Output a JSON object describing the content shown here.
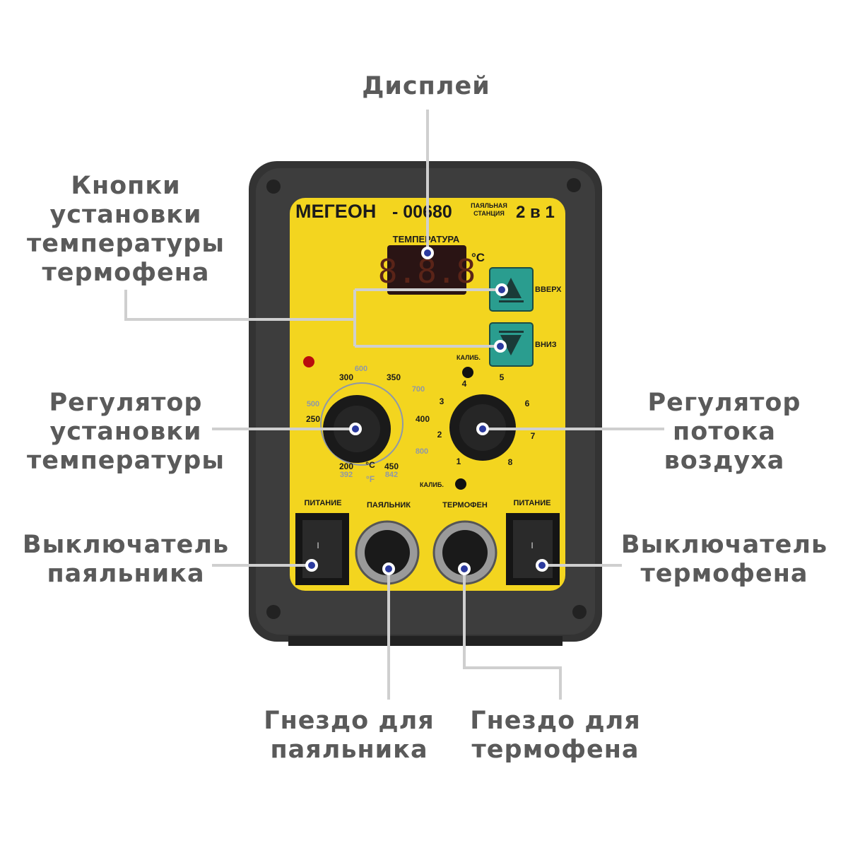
{
  "callouts": {
    "display": "Дисплей",
    "buttons": [
      "Кнопки",
      "установки",
      "температуры",
      "термофена"
    ],
    "temp_knob": [
      "Регулятор",
      "установки",
      "температуры"
    ],
    "air_knob": [
      "Регулятор",
      "потока",
      "воздуха"
    ],
    "iron_switch": [
      "Выключатель",
      "паяльника"
    ],
    "gun_switch": [
      "Выключатель",
      "термофена"
    ],
    "iron_socket": [
      "Гнездо для",
      "паяльника"
    ],
    "gun_socket": [
      "Гнездо для",
      "термофена"
    ]
  },
  "device": {
    "brand": "МЕГЕОН",
    "model": "- 00680",
    "type": [
      "ПАЯЛЬНАЯ",
      "СТАНЦИЯ"
    ],
    "two_in_one": "2 в 1",
    "temp_label": "ТЕМПЕРАТУРА",
    "display_value": "8.8.8",
    "celsius": "°C",
    "up_label": "ВВЕРХ",
    "down_label": "ВНИЗ",
    "calib": "КАЛИБ.",
    "temp_scale_c": [
      "200",
      "250",
      "300",
      "350",
      "400",
      "450"
    ],
    "temp_scale_f": [
      "392",
      "500",
      "600",
      "700",
      "800",
      "842"
    ],
    "unit_c": "°C",
    "unit_f": "°F",
    "air_scale": [
      "1",
      "2",
      "3",
      "4",
      "5",
      "6",
      "7",
      "8"
    ],
    "power": "ПИТАНИЕ",
    "iron": "ПАЯЛЬНИК",
    "gun": "ТЕРМОФЕН",
    "switch_mark": "I"
  },
  "colors": {
    "panel": "#f3d51f",
    "body": "#3a3a3a",
    "button": "#2a9d8f",
    "callout_line": "#cfcfcf",
    "dot": "#2b3a9e"
  }
}
